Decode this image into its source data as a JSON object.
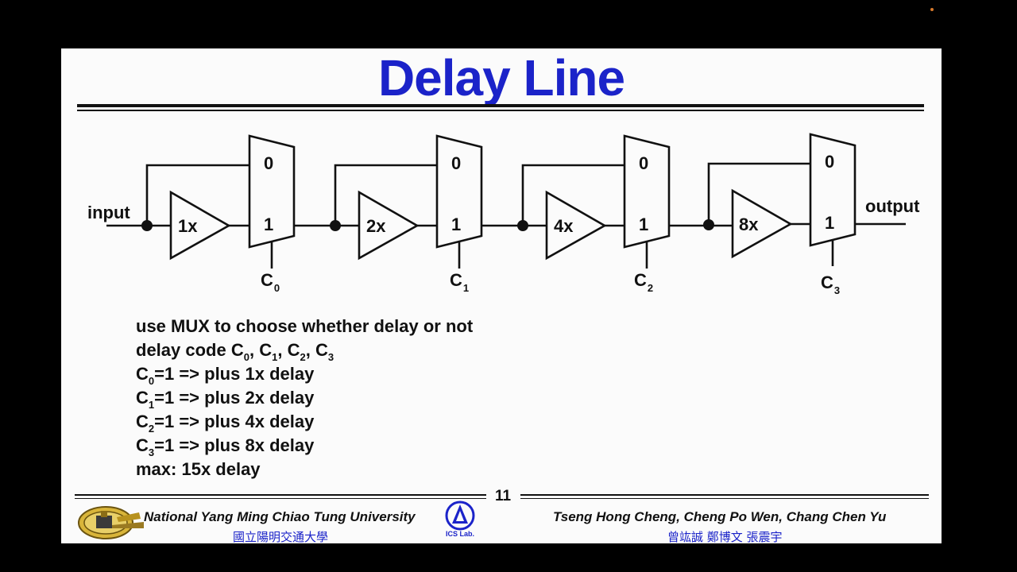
{
  "slide": {
    "title": "Delay Line",
    "page_number": "11"
  },
  "diagram": {
    "input_label": "input",
    "output_label": "output",
    "mux_input_zero_label": "0",
    "mux_input_one_label": "1",
    "stages": [
      {
        "buffer_label": "1x",
        "control": "C",
        "control_index": "0"
      },
      {
        "buffer_label": "2x",
        "control": "C",
        "control_index": "1"
      },
      {
        "buffer_label": "4x",
        "control": "C",
        "control_index": "2"
      },
      {
        "buffer_label": "8x",
        "control": "C",
        "control_index": "3"
      }
    ]
  },
  "description": {
    "line1": "use MUX to choose whether delay or not",
    "line2_prefix": "delay code",
    "code_letter": "C",
    "code_sep": ",",
    "code_indices": [
      "0",
      "1",
      "2",
      "3"
    ],
    "rule_text": "=1 => plus",
    "rule_delays": [
      "1x delay",
      "2x delay",
      "4x delay",
      "8x delay"
    ],
    "max_line": "max: 15x delay"
  },
  "footer": {
    "university_en": "National Yang Ming Chiao Tung University",
    "university_cn": "國立陽明交通大學",
    "lab_logo_text": "ICS Lab.",
    "authors_en": "Tseng Hong Cheng,  Cheng Po Wen, Chang Chen Yu",
    "authors_cn": "曾竑誠 鄭博文 張震宇"
  },
  "colors": {
    "title_blue": "#1b23c9",
    "slide_background": "#fbfbfb",
    "frame_background": "#000000",
    "logo_gold": "#c9a227"
  }
}
